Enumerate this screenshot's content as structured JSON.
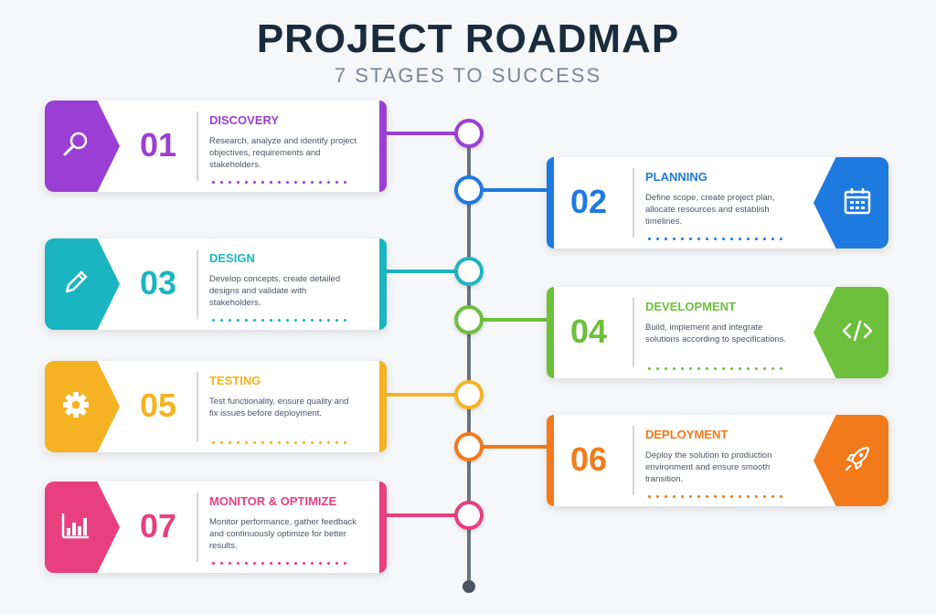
{
  "title": "PROJECT ROADMAP",
  "subtitle": "7 STAGES TO SUCCESS",
  "stages": [
    {
      "num": "01",
      "name": "DISCOVERY",
      "desc": "Research, analyze and identify project objectives, requirements and stakeholders.",
      "color": "#9b3fd4",
      "icon": "magnifier-icon",
      "side": "left"
    },
    {
      "num": "02",
      "name": "PLANNING",
      "desc": "Define scope, create project plan, allocate resources and establish timelines.",
      "color": "#1f7ae0",
      "icon": "calendar-icon",
      "side": "right"
    },
    {
      "num": "03",
      "name": "DESIGN",
      "desc": "Develop concepts, create detailed designs and validate with stakeholders.",
      "color": "#1bb5c1",
      "icon": "pencil-icon",
      "side": "left"
    },
    {
      "num": "04",
      "name": "DEVELOPMENT",
      "desc": "Build, implement and integrate solutions according to specifications.",
      "color": "#6cc03c",
      "icon": "code-icon",
      "side": "right"
    },
    {
      "num": "05",
      "name": "TESTING",
      "desc": "Test functionality, ensure quality and fix issues before deployment.",
      "color": "#f5b323",
      "icon": "gear-icon",
      "side": "left"
    },
    {
      "num": "06",
      "name": "DEPLOYMENT",
      "desc": "Deploy the solution to production environment and ensure smooth transition.",
      "color": "#f27a1a",
      "icon": "rocket-icon",
      "side": "right"
    },
    {
      "num": "07",
      "name": "MONITOR & OPTIMIZE",
      "desc": "Monitor performance, gather feedback and continuously optimize for better results.",
      "color": "#e8407f",
      "icon": "bar-chart-icon",
      "side": "left"
    }
  ]
}
